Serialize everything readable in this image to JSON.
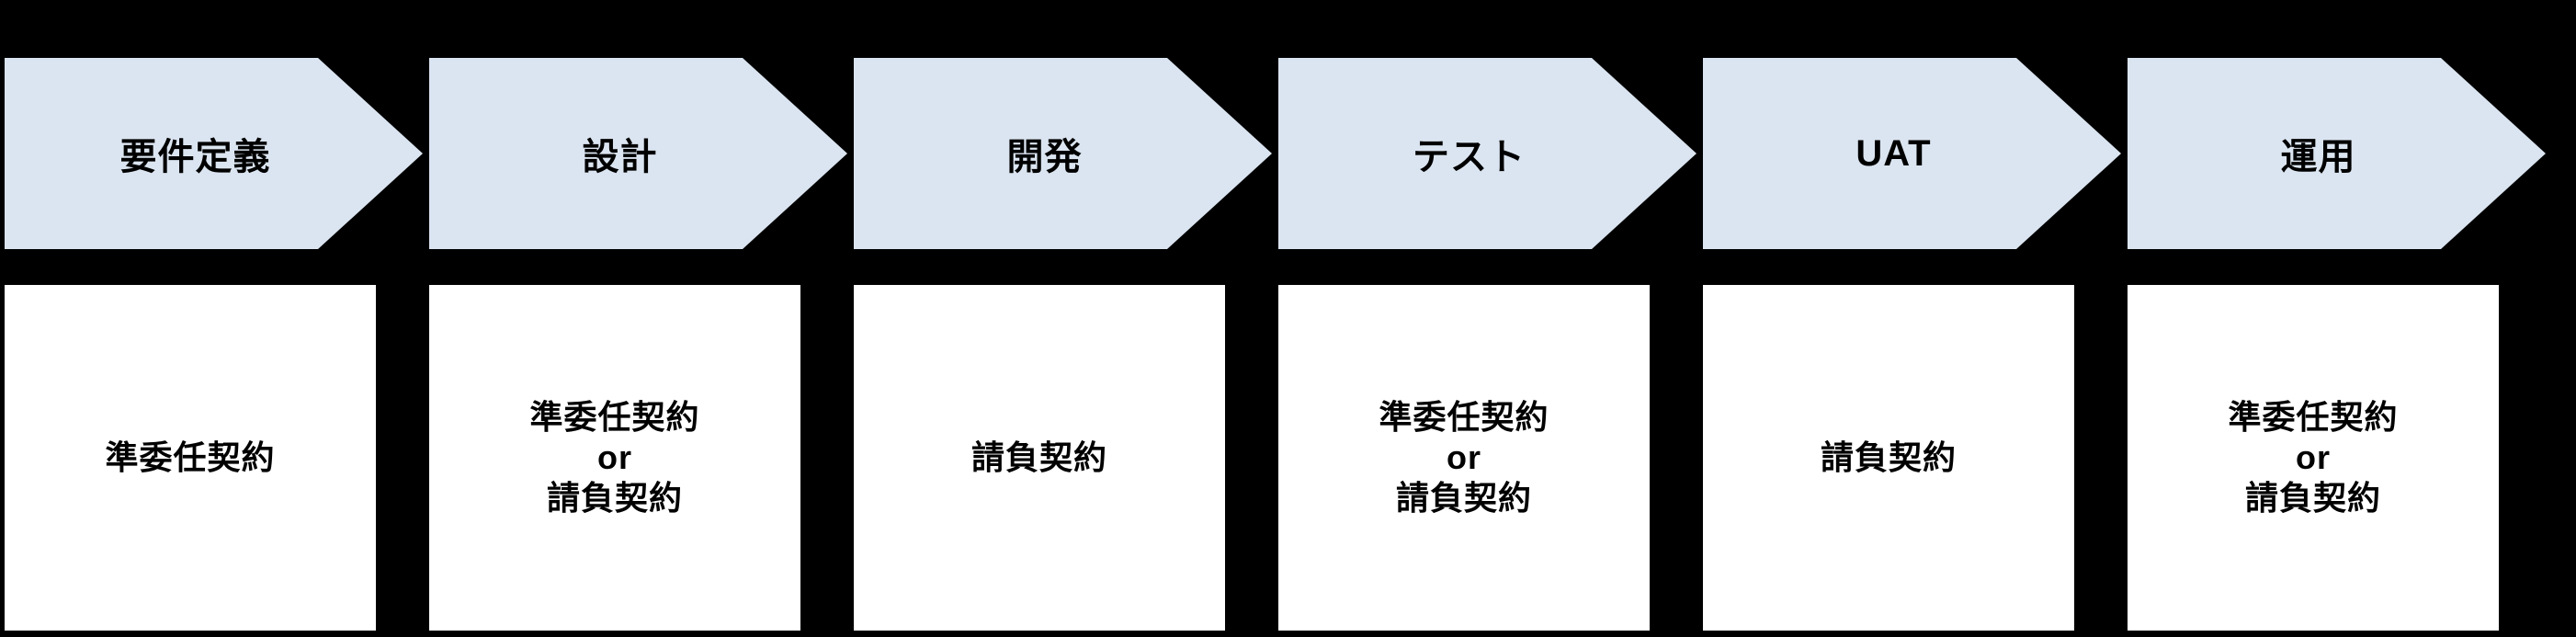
{
  "diagram": {
    "title": "sdlc-phase-contract-flow",
    "background_color": "#000000",
    "arrow_fill_color": "#dbe5f1",
    "box_fill_color": "#ffffff",
    "text_color": "#000000",
    "phases": [
      {
        "id": "requirements",
        "arrow_label": "要件定義",
        "contract_lines": [
          "準委任契約"
        ]
      },
      {
        "id": "design",
        "arrow_label": "設計",
        "contract_lines": [
          "準委任契約",
          "or",
          "請負契約"
        ]
      },
      {
        "id": "development",
        "arrow_label": "開発",
        "contract_lines": [
          "請負契約"
        ]
      },
      {
        "id": "test",
        "arrow_label": "テスト",
        "contract_lines": [
          "準委任契約",
          "or",
          "請負契約"
        ]
      },
      {
        "id": "uat",
        "arrow_label": "UAT",
        "contract_lines": [
          "請負契約"
        ]
      },
      {
        "id": "operation",
        "arrow_label": "運用",
        "contract_lines": [
          "準委任契約",
          "or",
          "請負契約"
        ]
      }
    ]
  }
}
